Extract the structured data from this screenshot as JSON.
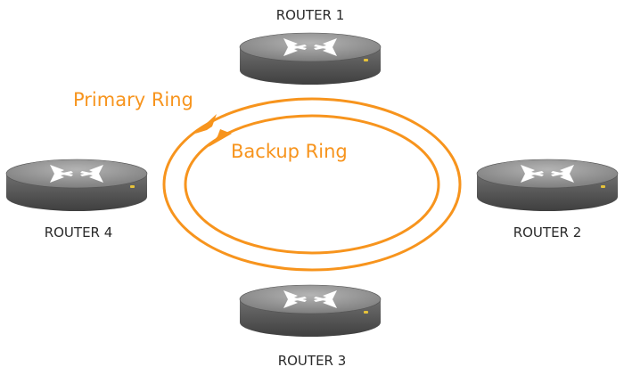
{
  "colors": {
    "ring": "#F7941D",
    "router_top": "#9a9a9a",
    "router_side": "#5e5e5e",
    "arrow": "#ffffff",
    "led": "#e6c23a"
  },
  "routers": [
    {
      "id": "router-1",
      "label": "ROUTER 1",
      "icon": "router-icon"
    },
    {
      "id": "router-2",
      "label": "ROUTER 2",
      "icon": "router-icon"
    },
    {
      "id": "router-3",
      "label": "ROUTER 3",
      "icon": "router-icon"
    },
    {
      "id": "router-4",
      "label": "ROUTER 4",
      "icon": "router-icon"
    }
  ],
  "rings": {
    "primary": {
      "label": "Primary Ring"
    },
    "backup": {
      "label": "Backup Ring"
    }
  }
}
